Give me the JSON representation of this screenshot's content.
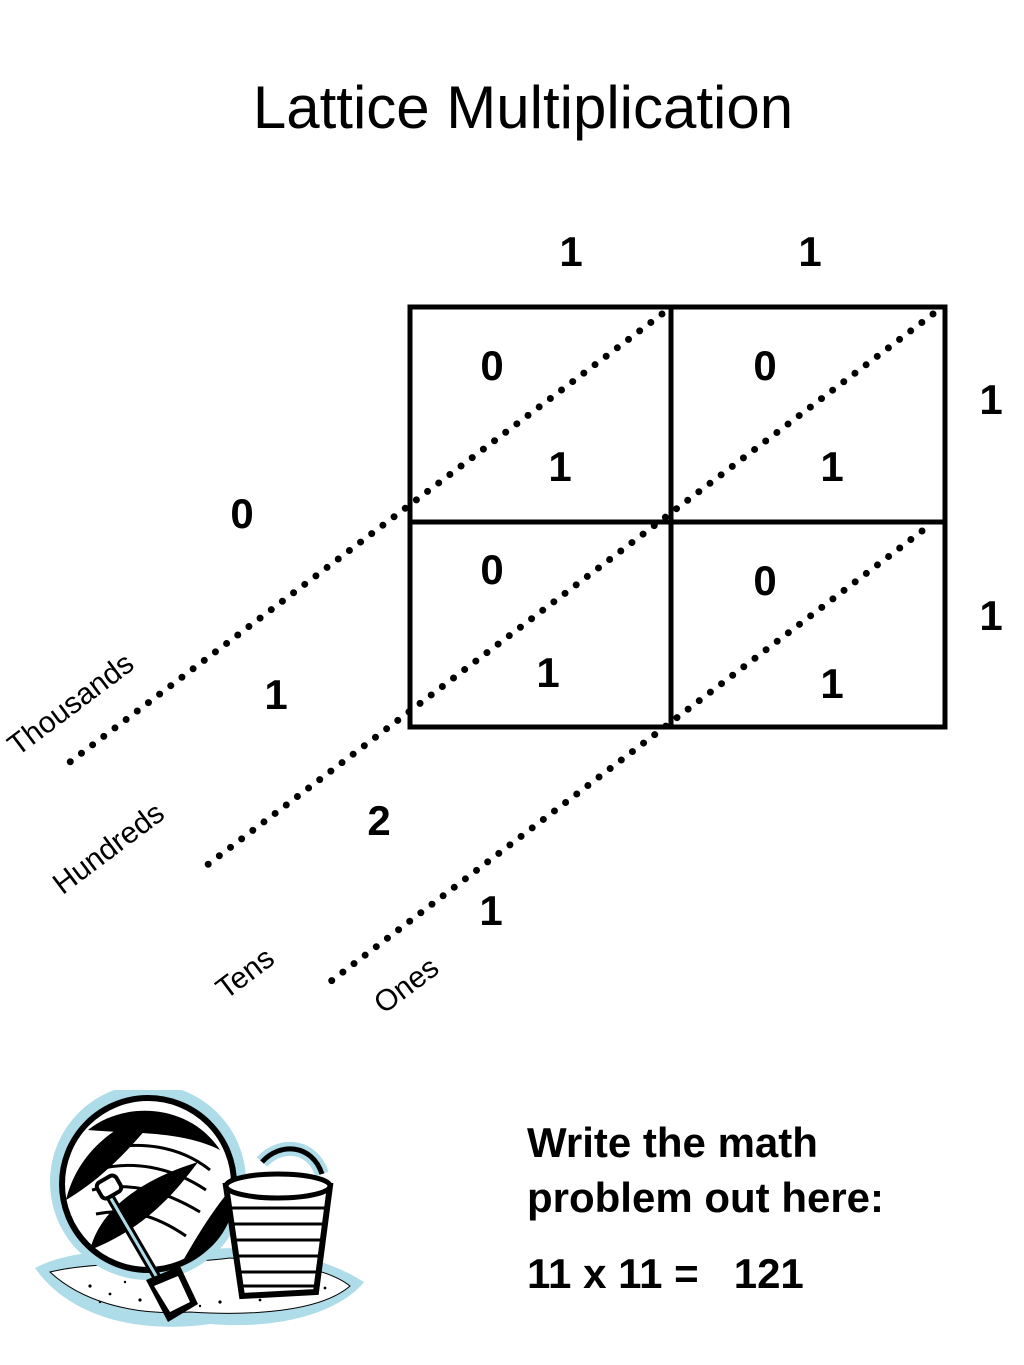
{
  "title": "Lattice Multiplication",
  "top_factor_digits": [
    "1",
    "1"
  ],
  "side_factor_digits": [
    "1",
    "1"
  ],
  "cells": [
    {
      "tens": "0",
      "ones": "1"
    },
    {
      "tens": "0",
      "ones": "1"
    },
    {
      "tens": "0",
      "ones": "1"
    },
    {
      "tens": "0",
      "ones": "1"
    }
  ],
  "diagonal_sums": [
    "0",
    "1",
    "2",
    "1"
  ],
  "place_labels": [
    "Thousands",
    "Hundreds",
    "Tens",
    "Ones"
  ],
  "instructions": "Write the math problem out here:",
  "equation": {
    "left": "11 x 11 =",
    "answer": "121"
  },
  "clipart": {
    "icon": "beach-ball-bucket-shovel-icon",
    "fill_color": "#aedce8"
  }
}
